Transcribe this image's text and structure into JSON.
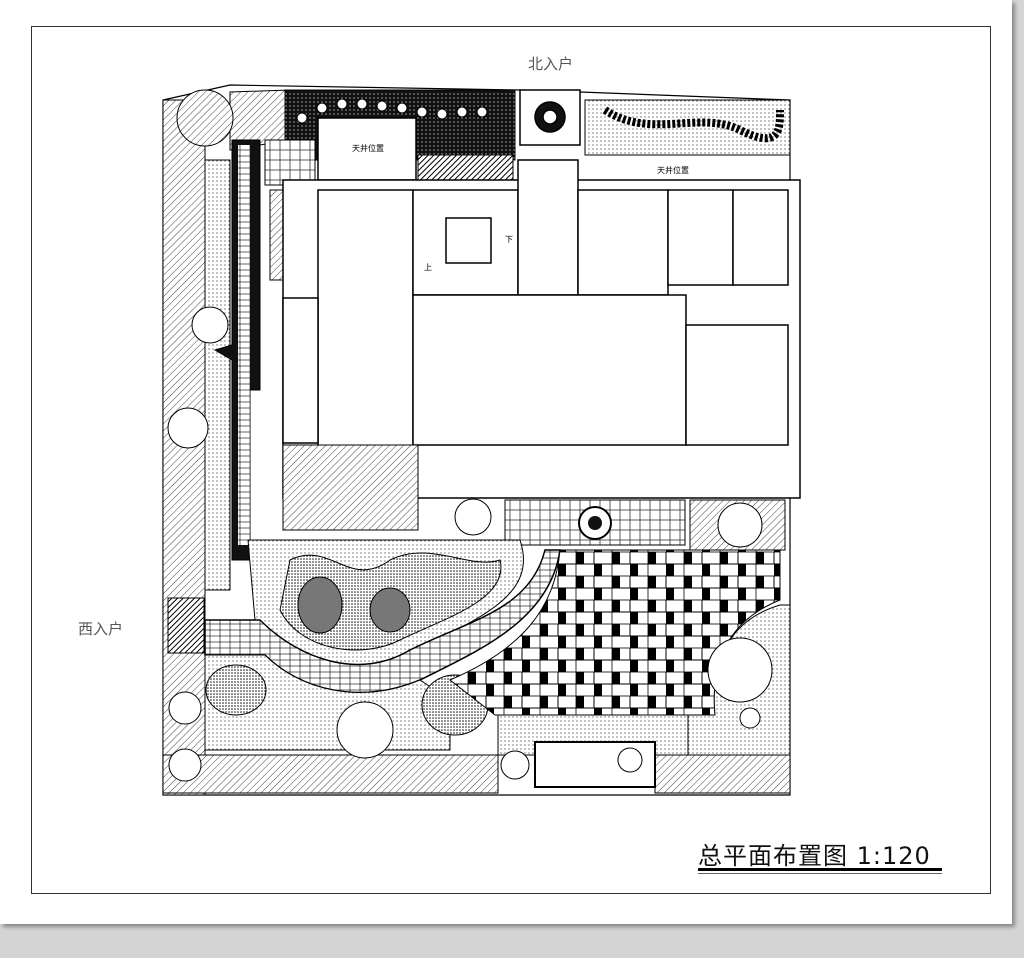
{
  "drawing": {
    "title": "总平面布置图",
    "scale": "1:120",
    "labels": {
      "north_entrance": "北入户",
      "west_entrance": "西入户",
      "courtyard_1": "天井位置",
      "courtyard_2": "天井位置",
      "stair_up": "上",
      "stair_down": "下"
    }
  },
  "colors": {
    "line": "#000000",
    "paper": "#ffffff",
    "background": "#d4d4d4"
  }
}
